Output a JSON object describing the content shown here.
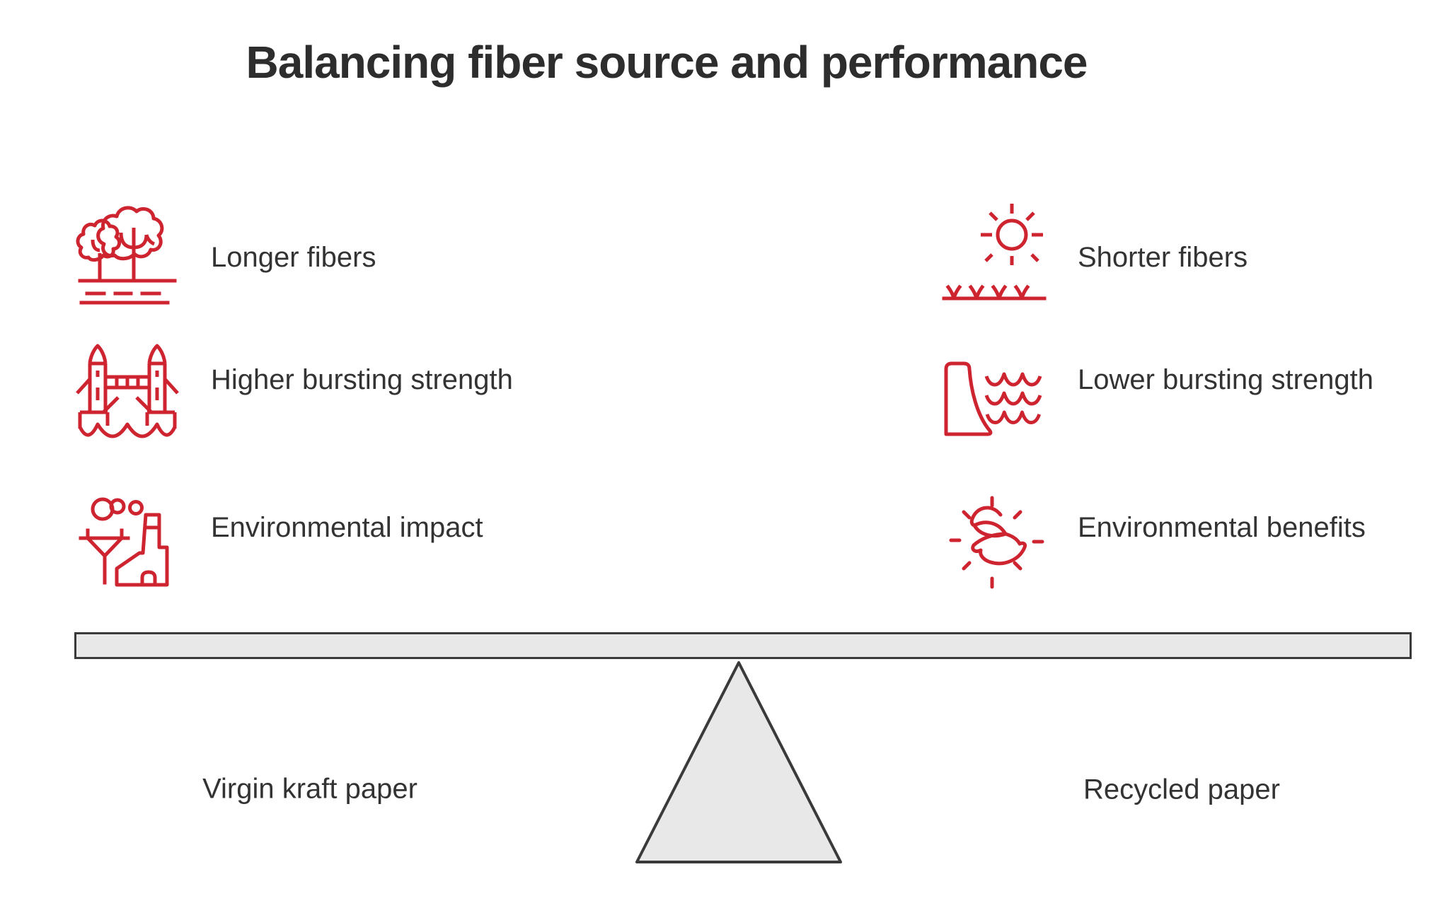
{
  "title": "Balancing fiber source and performance",
  "colors": {
    "icon_red": "#cd2430",
    "shape_fill": "#e8e8e8",
    "shape_stroke": "#3a3a3a",
    "text_color": "#333333",
    "title_color": "#2d2d2d",
    "background": "#ffffff"
  },
  "left_column": {
    "items": [
      {
        "icon": "trees-icon",
        "label": "Longer fibers"
      },
      {
        "icon": "tower-bridge-icon",
        "label": "Higher bursting strength"
      },
      {
        "icon": "factory-pollution-icon",
        "label": "Environmental impact"
      }
    ]
  },
  "right_column": {
    "items": [
      {
        "icon": "sun-over-field-icon",
        "label": "Shorter fibers"
      },
      {
        "icon": "dam-water-icon",
        "label": "Lower bursting strength"
      },
      {
        "icon": "dove-rays-icon",
        "label": "Environmental benefits"
      }
    ]
  },
  "balance": {
    "left_label": "Virgin kraft paper",
    "right_label": "Recycled paper"
  }
}
